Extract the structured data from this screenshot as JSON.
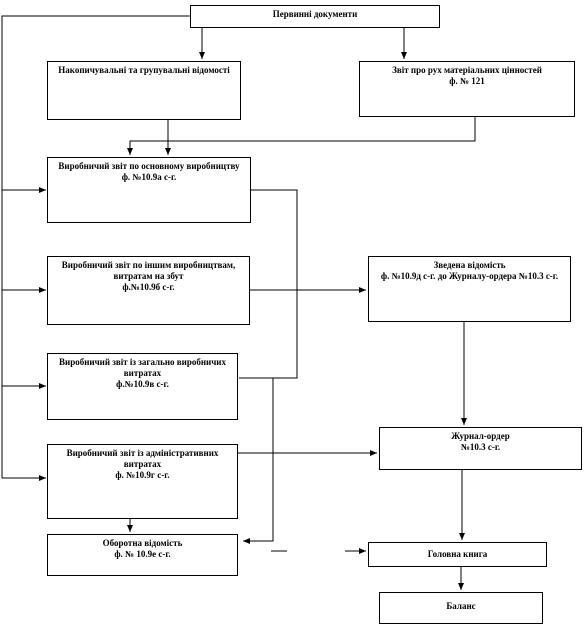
{
  "nodes": {
    "primary": "Первинні документи",
    "accumulative": "Накопичувальні та групувальні відомості",
    "materials_report_line1": "Звіт про рух матеріальних цінностей",
    "materials_report_line2": "ф. № 121",
    "main_prod_line1": "Виробничий звіт по основному виробництву",
    "main_prod_line2": "ф. №10.9а с-г.",
    "other_prod_line1": "Виробничий звіт по іншим виробництвам, витратам на збут",
    "other_prod_line2": "ф.№10.9б с-г.",
    "general_prod_line1": "Виробничий звіт із загально виробничих витратах",
    "general_prod_line2": "ф.№10.9в с-г.",
    "admin_line1": "Виробничий звіт із адміністративних витратах",
    "admin_line2": "ф. №10.9г с-г.",
    "turnover_line1": "Оборотна відомість",
    "turnover_line2": "ф. № 10.9е с-г.",
    "summary_line1": "Зведена відомість",
    "summary_line2": "ф. №10.9д с-г. до Журналу-ордера №10.3 с-г.",
    "journal_line1": "Журнал-ордер",
    "journal_line2": "№10.3 с-г.",
    "ledger": "Головна книга",
    "balance": "Баланс"
  }
}
